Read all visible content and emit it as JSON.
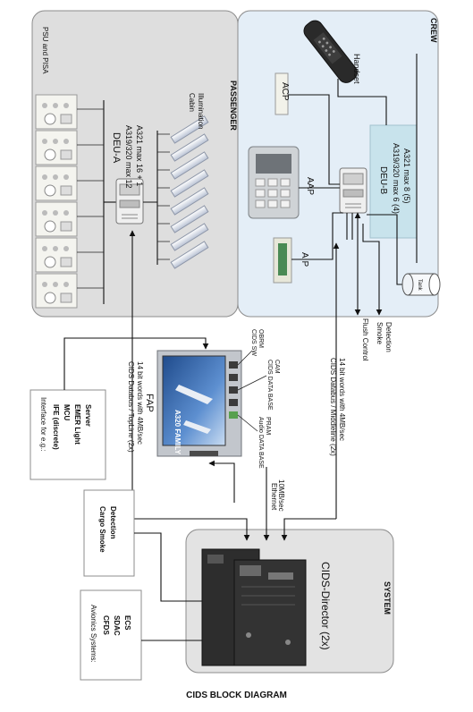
{
  "sections": {
    "passenger": "PASSENGER",
    "crew": "CREW",
    "system": "SYSTEM"
  },
  "passenger": {
    "psu_label": "PSU and PISA",
    "deu_a": {
      "name": "DEU-A",
      "line1": "A319/320 max 12",
      "line2": "A321 max 16 + 1"
    },
    "cabin_illumination": [
      "Cabin",
      "Illumination"
    ]
  },
  "crew": {
    "handset": "Handset",
    "acp": "ACP",
    "aap": "AAP",
    "aip": "AIP",
    "deu_b": {
      "name": "DEU-B",
      "line1": "A319/320 max 6 (4)",
      "line2": "A321 max 8 (5)"
    },
    "tank": "Tank",
    "flush_control": "Flush Control",
    "smoke_detection": [
      "Smoke",
      "Detection"
    ]
  },
  "fap": {
    "name": "FAP",
    "screen_brand": "A320 FAMILY",
    "top_line": [
      "CIDS Databus / TopLine (2x)",
      "14 bit words with 4MB/sec"
    ],
    "middle_line": [
      "CIDS Databus / Middleline (2x)",
      "14 bit words with 4MB/sec"
    ],
    "cids_sw": [
      "CIDS SW",
      "OBRM"
    ],
    "cids_database_cam": [
      "CIDS DATA BASE",
      "CAM"
    ],
    "audio_database": [
      "Audio DATA BASE",
      "PRAM"
    ],
    "ethernet": [
      "Ethernet",
      "10MB/sec"
    ]
  },
  "interface_box": {
    "title": "Interface for e.g.:",
    "items": [
      "IFE (discrete)",
      "MCU",
      "EMER Light",
      "Server"
    ]
  },
  "cargo_box": [
    "Cargo Smoke",
    "Detection"
  ],
  "avionics_box": {
    "title": "Avionics Systems:",
    "items": [
      "CFDS",
      "SDAC",
      "ECS"
    ]
  },
  "system": {
    "director": "CIDS-Director (2x)"
  },
  "caption": "CIDS BLOCK DIAGRAM"
}
